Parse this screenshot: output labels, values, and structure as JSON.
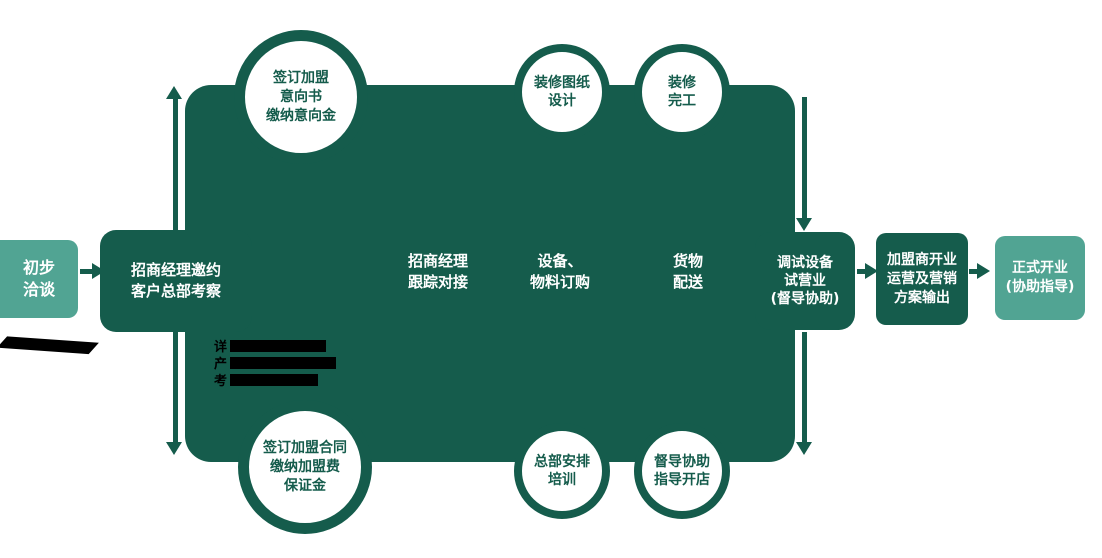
{
  "palette": {
    "dark_teal": "#155C4C",
    "light_teal": "#51A493",
    "text_on_dark": "#FFFFFF",
    "circle_text": "#155C4C",
    "redaction": "#000000"
  },
  "stages": {
    "start": "初步\n洽谈",
    "invite": "招商经理邀约\n客户总部考察",
    "track": "招商经理\n跟踪对接",
    "order": "设备、\n物料订购",
    "delivery": "货物\n配送",
    "trial": "调试设备\n试营业\n(督导协助)",
    "opening_prep": "加盟商开业\n运营及营销\n方案输出",
    "official": "正式开业\n(协助指导)"
  },
  "circles": {
    "intent": "签订加盟\n意向书\n缴纳意向金",
    "design": "装修图纸\n设计",
    "construction_done": "装修\n完工",
    "contract": "签订加盟合同\n缴纳加盟费\n保证金",
    "training": "总部安排\n培训",
    "supervision": "督导协助\n指导开店"
  },
  "notes": {
    "line1_char": "详",
    "line2_char": "产",
    "line3_char": "考"
  }
}
